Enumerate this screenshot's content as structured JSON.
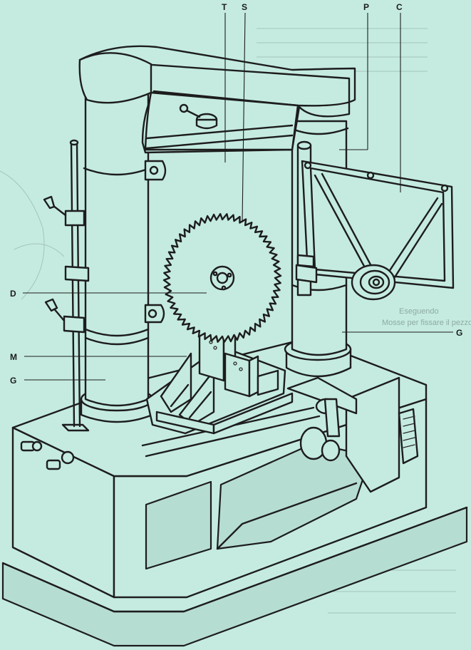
{
  "labels": {
    "T": "T",
    "S": "S",
    "P": "P",
    "C": "C",
    "D": "D",
    "M": "M",
    "G_left": "G",
    "G_right": "G"
  },
  "background_text": [
    "Eseguendo",
    "Mosse per fissare il pezzo"
  ],
  "colors": {
    "background": "#c5ebe0",
    "ink": "#1d1d1d",
    "show_through": "#8faaa3"
  }
}
